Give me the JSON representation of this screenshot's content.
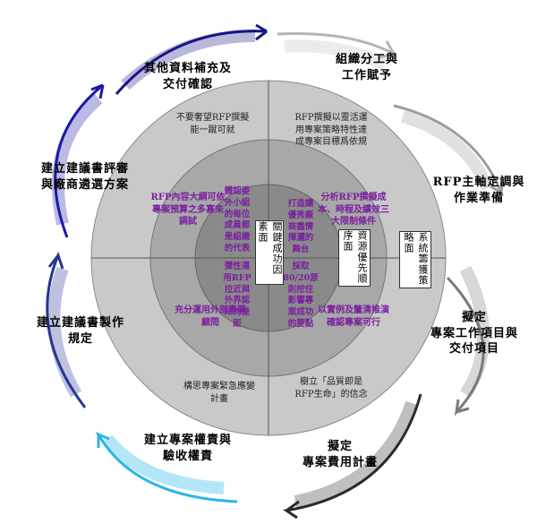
{
  "outer_steps": [
    {
      "id": "org",
      "text": "組織分工與\n工作賦予",
      "color": "#b5b5b5"
    },
    {
      "id": "rfp",
      "text": "RFP主軸定調與\n作業準備",
      "color": "#9d9d9d"
    },
    {
      "id": "items",
      "text": "擬定\n專案工作項目與\n交付項目",
      "color": "#7a7a7a"
    },
    {
      "id": "cost",
      "text": "擬定\n專案費用計畫",
      "color": "#2a2a2a"
    },
    {
      "id": "rights",
      "text": "建立專案權責與\n驗收權責",
      "color": "#29b6e8"
    },
    {
      "id": "rules",
      "text": "建立建議書製作\n規定",
      "color": "#283593"
    },
    {
      "id": "review",
      "text": "建立建議書評審\n與廠商遴選方案",
      "color": "#1a1aa6"
    },
    {
      "id": "extra",
      "text": "其他資料補充及\n交付確認",
      "color": "#151585"
    }
  ],
  "outer_ring": {
    "tl": "不要奢望RFP撰擬\n能一蹴可就",
    "tr": "RFP撰擬以靈活運\n用專案策略特性達\n成專案目標爲依規",
    "bl": "構思專案緊急應變\n計畫",
    "br": "樹立「品質即是\nRFP生命」的信念"
  },
  "middle_ring": {
    "tl": "RFP內容大綱可依\n專案預算之多寡來\n調試",
    "tr": "分析RFP撰擬成\n本、時程及績效三\n大限制條件",
    "bl": "充分運用外部專業\n顧問",
    "br": "以實例及釐清推演\n確認專案可行"
  },
  "inner_ring": {
    "tl_a": "體認委\n外小組\n的每位\n成員都\n是組織\n的代表",
    "tl_b": "彈性運\n用RFP\n拉近與\n外界認\n知的差\n距",
    "tr_a": "打造讓\n優秀廠\n商盡情\n揮灑的\n舞台",
    "tr_b": "採取\n80/20原\n則挖住\n影響專\n案成功\n的要點"
  },
  "boxes": {
    "center": "關鍵成功因素面",
    "resource": "資源優先順序面",
    "strategy": "系統籌獲策略面"
  }
}
